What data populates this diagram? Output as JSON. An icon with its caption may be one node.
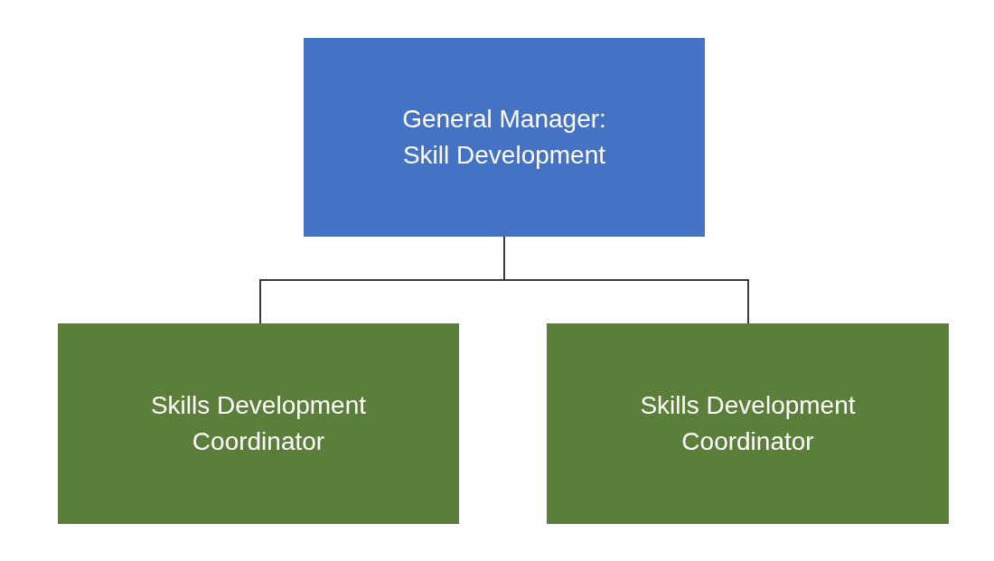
{
  "diagram": {
    "nodes": [
      {
        "text": [
          "General Manager: Skill Development"
        ]
      },
      {
        "text": [
          "Skills Development Coordinator"
        ]
      },
      {
        "text": [
          "Skills Development Coordinator"
        ]
      }
    ],
    "edges": [
      {
        "from": 0,
        "to": 1,
        "arrow": "none"
      },
      {
        "from": 0,
        "to": 2,
        "arrow": "none"
      }
    ]
  }
}
